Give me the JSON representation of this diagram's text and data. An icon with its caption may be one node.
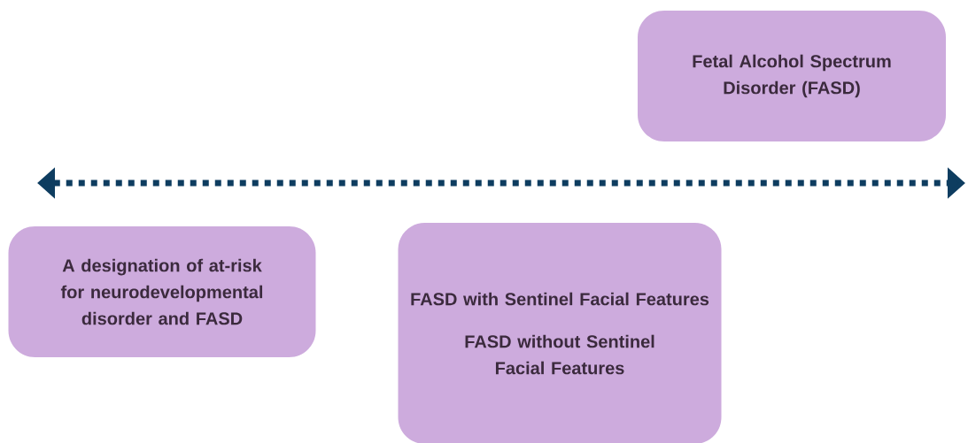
{
  "diagram": {
    "nodes": [
      {
        "text": [
          "Fetal Alcohol Spectrum Disorder (FASD)"
        ]
      },
      {
        "text": [
          "A designation of at-risk for neurodevelopmental disorder and FASD"
        ]
      },
      {
        "text": [
          "FASD with Sentinel Facial Features",
          "FASD without Sentinel Facial Features"
        ]
      }
    ]
  }
}
